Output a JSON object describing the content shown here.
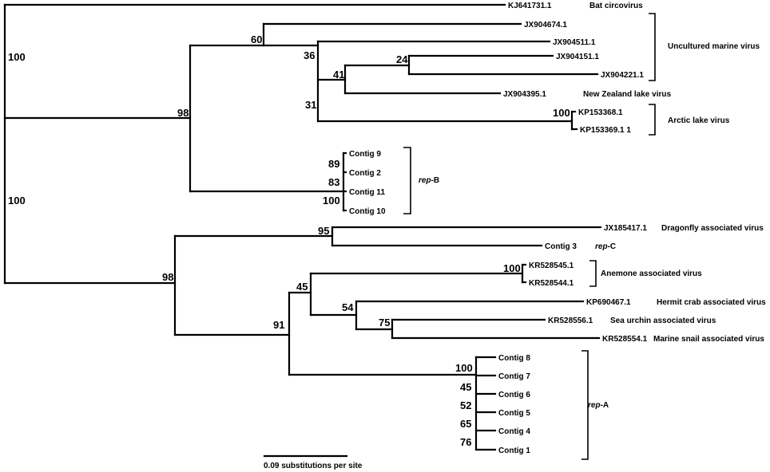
{
  "tips": {
    "kj641731": "KJ641731.1",
    "bat": "Bat circovirus",
    "jx904674": "JX904674.1",
    "jx904511": "JX904511.1",
    "jx904151": "JX904151.1",
    "jx904221": "JX904221.1",
    "jx904395": "JX904395.1",
    "nz_lake": "New Zealand lake virus",
    "kp153368": "KP153368.1",
    "kp153369": "KP153369.1 1",
    "contig9": "Contig 9",
    "contig2": "Contig 2",
    "contig11": "Contig 11",
    "contig10": "Contig 10",
    "jx185417": "JX185417.1",
    "contig3": "Contig 3",
    "kr528545": "KR528545.1",
    "kr528544": "KR528544.1",
    "kp690467": "KP690467.1",
    "kr528556": "KR528556.1",
    "kr528554": "KR528554.1",
    "contig8": "Contig 8",
    "contig7": "Contig 7",
    "contig6": "Contig 6",
    "contig5": "Contig 5",
    "contig4": "Contig 4",
    "contig1": "Contig 1"
  },
  "groups": {
    "uncultured_marine": "Uncultured marine virus",
    "arctic_lake": "Arctic lake virus",
    "rep_b_italic": "rep",
    "rep_b_suffix": "-B",
    "dragonfly": "Dragonfly associated virus",
    "rep_c_italic": "rep",
    "rep_c_suffix": "-C",
    "anemone": "Anemone associated virus",
    "hermit_crab": "Hermit crab associated virus",
    "sea_urchin": "Sea urchin associated virus",
    "marine_snail": "Marine snail associated virus",
    "rep_a_italic": "rep",
    "rep_a_suffix": "-A"
  },
  "bootstraps": {
    "root_upper": "100",
    "root_lower": "100",
    "upper_clade": "98",
    "jx_clade": "60",
    "n36": "36",
    "n24": "24",
    "n41": "41",
    "n31": "31",
    "arctic": "100",
    "repb_89": "89",
    "repb_83": "83",
    "repb_100": "100",
    "lower_clade": "98",
    "dragonfly": "95",
    "n45": "45",
    "anemone": "100",
    "n54": "54",
    "n75": "75",
    "n91": "91",
    "repa_100": "100",
    "repa_45": "45",
    "repa_52": "52",
    "repa_65": "65",
    "repa_76": "76"
  },
  "scale": {
    "label": "0.09 substitutions per site",
    "value": 0.09
  }
}
